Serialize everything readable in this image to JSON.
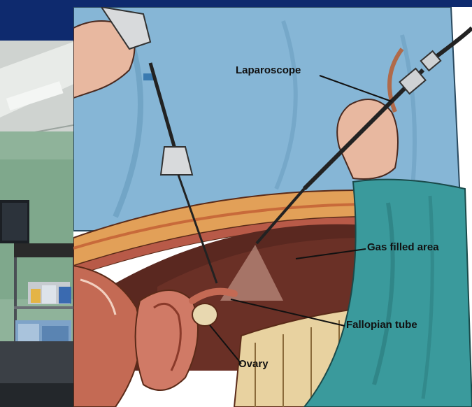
{
  "figure": {
    "labels": {
      "laparoscope": "Laparoscope",
      "gas_filled_area": "Gas filled area",
      "fallopian_tube": "Fallopian tube",
      "ovary": "Ovary"
    }
  },
  "colors": {
    "slide_background": "#0e2a6e",
    "gown": "#86b6d6",
    "drape": "#3a9a9c",
    "tissue": "#b85a48",
    "skin": "#e8b8a0",
    "cavity": "#5a2820"
  }
}
